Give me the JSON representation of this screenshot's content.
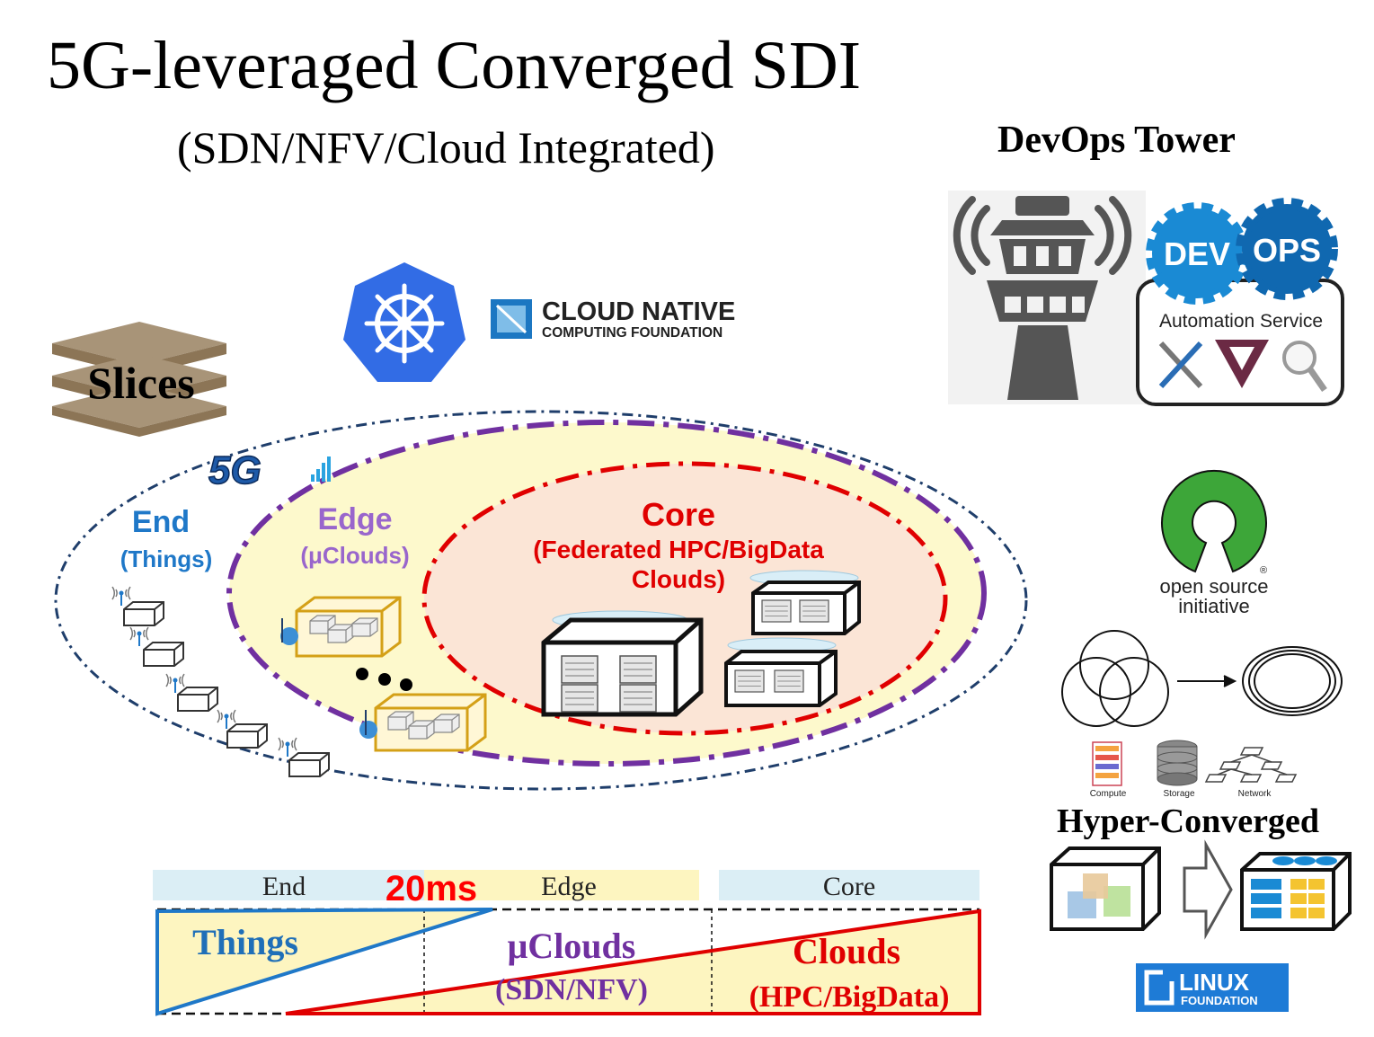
{
  "title": "5G-leveraged Converged SDI",
  "subtitle": "(SDN/NFV/Cloud Integrated)",
  "devops": {
    "heading": "DevOps Tower",
    "dev": "DEV",
    "ops": "OPS",
    "automation": "Automation Service"
  },
  "cncf": {
    "line1": "CLOUD NATIVE",
    "line2": "COMPUTING FOUNDATION"
  },
  "slices": "Slices",
  "fiveg": "5G",
  "zones": {
    "end_title": "End",
    "end_sub": "(Things)",
    "edge_title": "Edge",
    "edge_sub": "(μClouds)",
    "core_title": "Core",
    "core_sub1": "(Federated  HPC/BigData",
    "core_sub2": "Clouds)"
  },
  "osi": {
    "line1": "open source",
    "line2": "initiative",
    "reg": "®"
  },
  "hc_icons": {
    "compute": "Compute",
    "storage": "Storage",
    "network": "Network"
  },
  "hyper": "Hyper-Converged",
  "linux": {
    "line1": "LINUX",
    "line2": "FOUNDATION"
  },
  "latency": {
    "end": "End",
    "edge": "Edge",
    "core": "Core",
    "ms": "20ms",
    "things": "Things",
    "uclouds": "μClouds",
    "sdn": "(SDN/NFV)",
    "clouds": "Clouds",
    "hpc": "(HPC/BigData)"
  },
  "colors": {
    "end_blue": "#1f78c8",
    "edge_purple": "#7030a0",
    "core_red": "#e00000",
    "edge_fill": "#fdf9cc",
    "core_fill": "#fbe5d6",
    "k8s_blue": "#326ce5",
    "devops_blue": "#1a8ad4",
    "osi_green": "#3da639",
    "linux_blue": "#1e7bd6"
  }
}
